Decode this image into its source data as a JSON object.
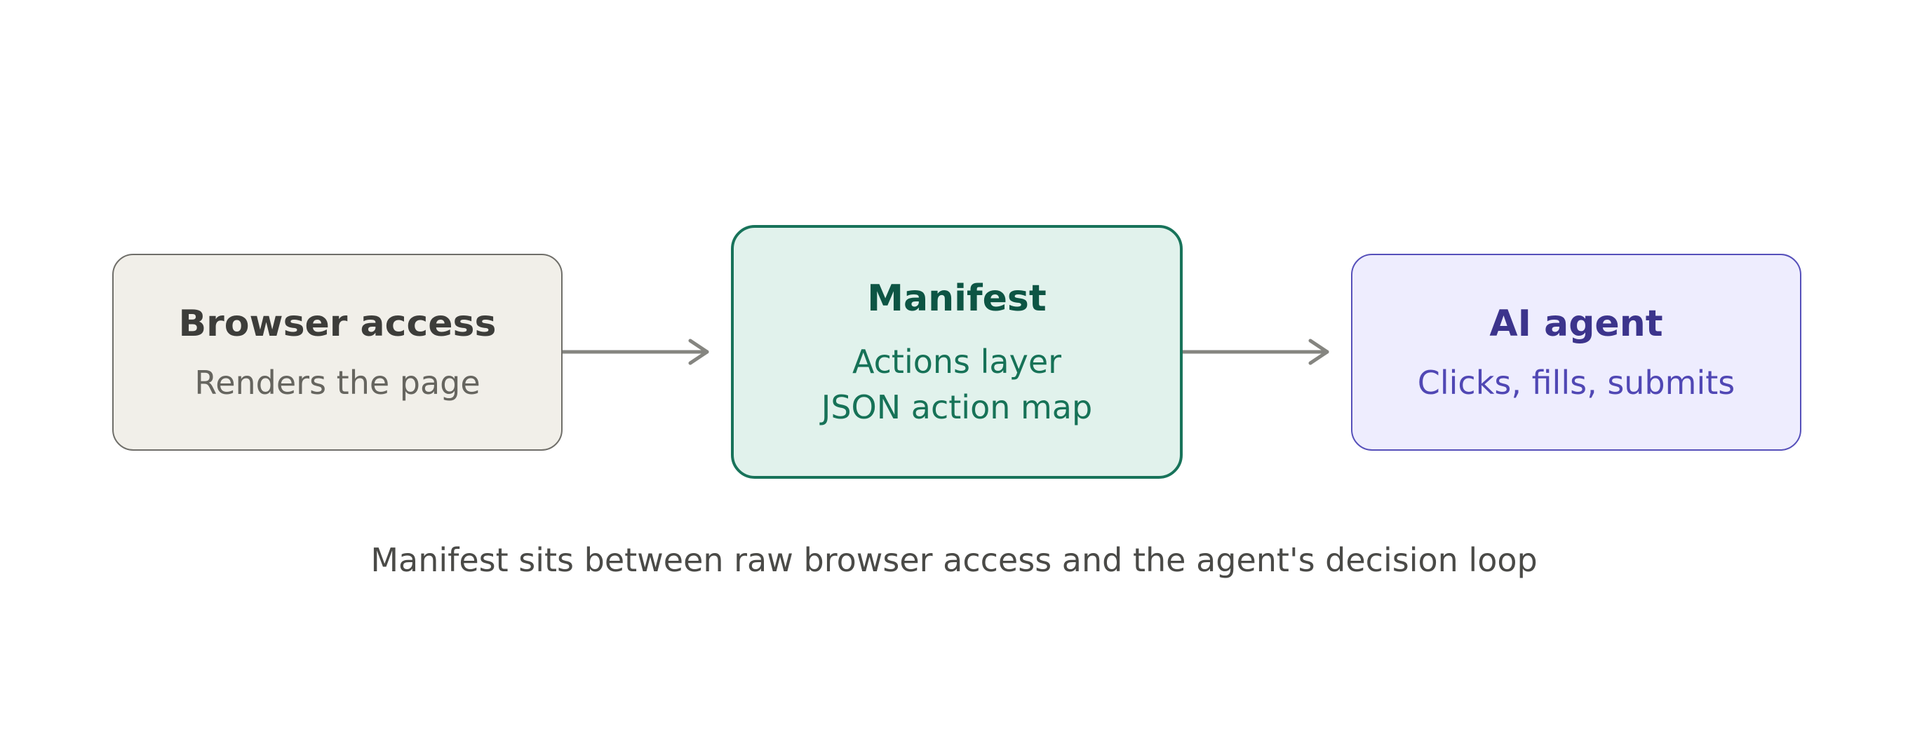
{
  "nodes": {
    "browser": {
      "title": "Browser access",
      "subtitle": "Renders the page"
    },
    "manifest": {
      "title": "Manifest",
      "line1": "Actions layer",
      "line2": "JSON action map"
    },
    "agent": {
      "title": "AI agent",
      "subtitle": "Clicks, fills, submits"
    }
  },
  "caption": "Manifest sits between raw browser access and the agent's decision loop",
  "colors": {
    "browser_fill": "#f1efe9",
    "manifest_fill": "#e1f2ec",
    "manifest_border": "#18735a",
    "agent_fill": "#eeedfe",
    "agent_border": "#5650ba",
    "arrow": "#858580"
  },
  "edges": [
    {
      "from": "browser",
      "to": "manifest"
    },
    {
      "from": "manifest",
      "to": "agent"
    }
  ]
}
